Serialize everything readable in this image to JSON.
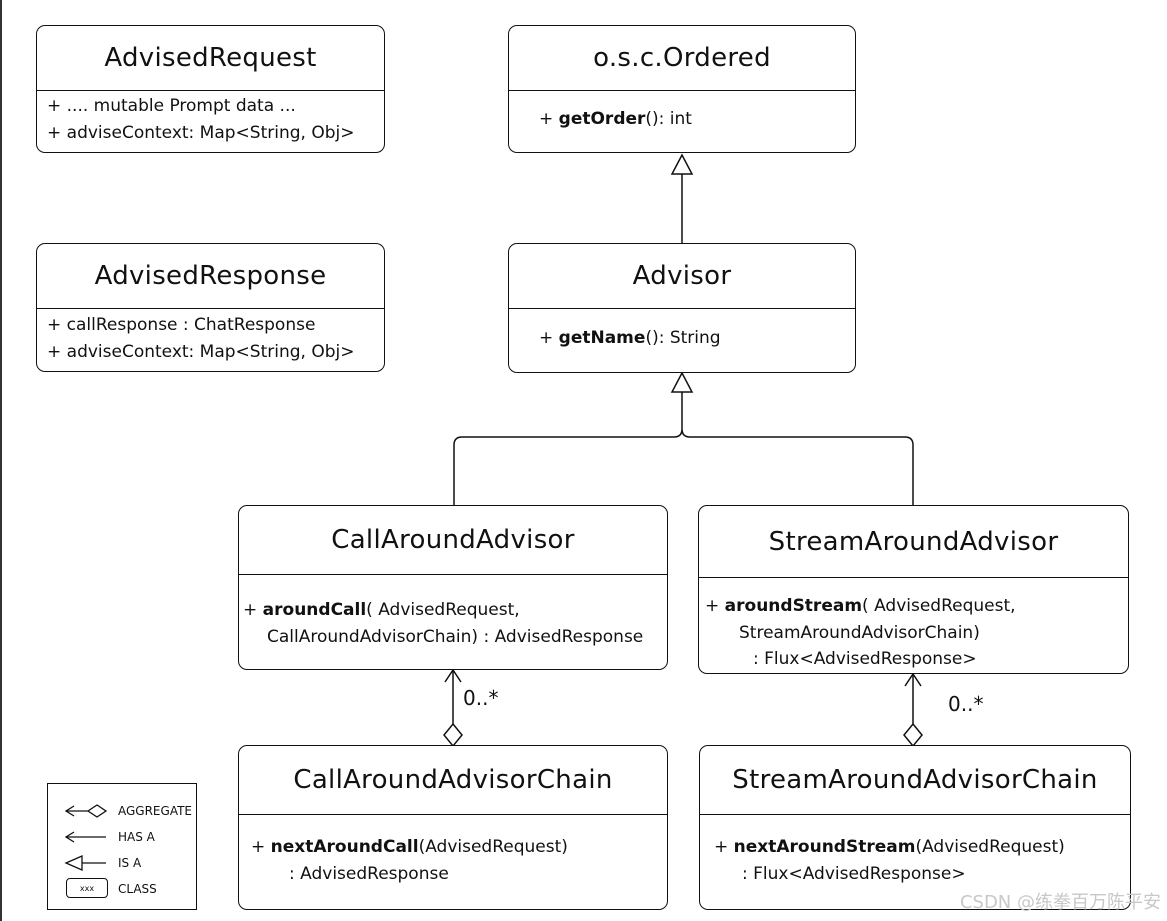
{
  "classes": {
    "advised_request": {
      "name": "AdvisedRequest",
      "members": [
        "+ .... mutable Prompt data ...",
        "+ adviseContext: Map<String, Obj>"
      ]
    },
    "ordered": {
      "name": "o.s.c.Ordered",
      "method": {
        "prefix": "+ ",
        "name": "getOrder",
        "suffix": "(): int"
      }
    },
    "advised_response": {
      "name": "AdvisedResponse",
      "members": [
        "+ callResponse : ChatResponse",
        "+ adviseContext: Map<String, Obj>"
      ]
    },
    "advisor": {
      "name": "Advisor",
      "method": {
        "prefix": "+ ",
        "name": "getName",
        "suffix": "(): String"
      }
    },
    "call_around_advisor": {
      "name": "CallAroundAdvisor",
      "method": {
        "prefix": "+ ",
        "name": "aroundCall",
        "suffix": "( AdvisedRequest,",
        "cont": "CallAroundAdvisorChain) : AdvisedResponse"
      }
    },
    "stream_around_advisor": {
      "name": "StreamAroundAdvisor",
      "method": {
        "prefix": "+ ",
        "name": "aroundStream",
        "suffix": "( AdvisedRequest,",
        "cont1": "StreamAroundAdvisorChain)",
        "cont2": ": Flux<AdvisedResponse>"
      }
    },
    "call_chain": {
      "name": "CallAroundAdvisorChain",
      "method": {
        "prefix": "+ ",
        "name": "nextAroundCall",
        "suffix": "(AdvisedRequest)",
        "cont": ": AdvisedResponse"
      }
    },
    "stream_chain": {
      "name": "StreamAroundAdvisorChain",
      "method": {
        "prefix": "+ ",
        "name": "nextAroundStream",
        "suffix": "(AdvisedRequest)",
        "cont": ": Flux<AdvisedResponse>"
      }
    }
  },
  "multiplicity": {
    "call": "0..*",
    "stream": "0..*"
  },
  "legend": {
    "aggregate": "AGGREGATE",
    "has_a": "HAS A",
    "is_a": "IS A",
    "class": "CLASS",
    "class_sample": "xxx"
  },
  "watermark": "CSDN @练拳百万陈平安"
}
